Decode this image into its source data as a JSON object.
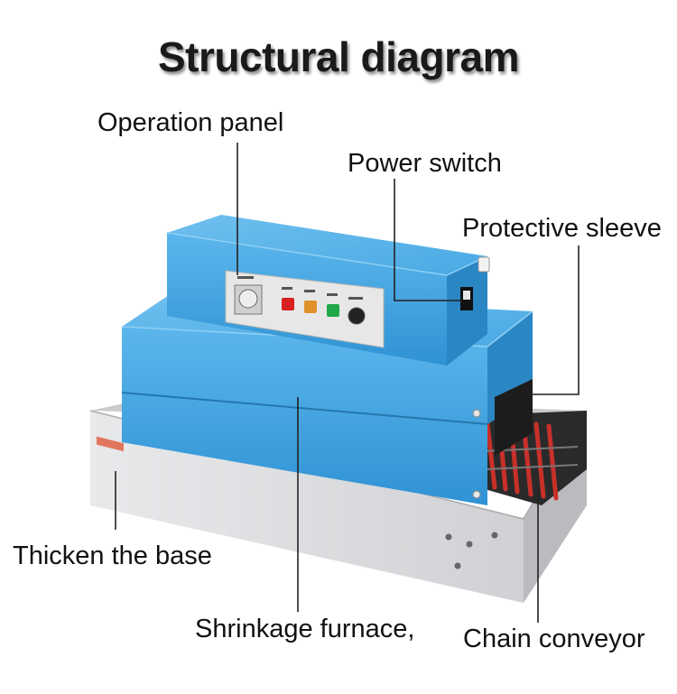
{
  "title": "Structural diagram",
  "labels": {
    "operation_panel": "Operation panel",
    "power_switch": "Power switch",
    "protective_sleeve": "Protective sleeve",
    "thicken_base": "Thicken the base",
    "shrinkage_furnace": "Shrinkage furnace,",
    "chain_conveyor": "Chain conveyor"
  },
  "colors": {
    "machine_blue": "#3fa3e0",
    "machine_blue_dark": "#2b86c4",
    "base_grey": "#d9dadc",
    "heater_red": "#c8302a",
    "leader_line": "#222222"
  }
}
